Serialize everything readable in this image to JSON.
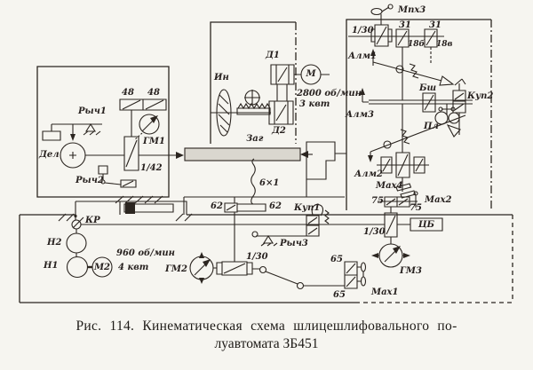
{
  "page": {
    "paper": "#f6f5f0",
    "ink": "#2b2520"
  },
  "caption": {
    "line1": "Рис. 114. Кинематическая схема шлицешлифовального по-",
    "line2": "луавтомата ЗБ451"
  },
  "labels": {
    "rych1": "Рыч1",
    "g48a": "48",
    "g48b": "48",
    "gm1": "ГМ1",
    "del": "Дел",
    "r1_42": "1/42",
    "rych2": "Рыч2",
    "in_wheel": "Ин",
    "d1": "Д1",
    "motor_m": "М",
    "rpm2800": "2800 об/мин",
    "kw3": "3 квт",
    "d2": "Д2",
    "zag": "Заг",
    "mpx3": "Мпх3",
    "r1_30_top": "1/30",
    "g31a": "31",
    "g31b": "31",
    "g18b": "18б",
    "g18v": "18в",
    "alm1": "Алм1",
    "bsh": "Бш",
    "kup2": "Куп2",
    "alm3": "Алм3",
    "pl": "Пл",
    "alm2": "Алм2",
    "max4": "Мах4",
    "g75a": "75",
    "g75b": "75",
    "max2": "Мах2",
    "r1_30_right": "1/30",
    "cb": "ЦБ",
    "gm3": "ГМ3",
    "kr": "КР",
    "n2": "Н2",
    "n1": "Н1",
    "m2": "М2",
    "rpm960": "960 об/мин",
    "kw4": "4 квт",
    "gm2": "ГМ2",
    "r1_30_bottom": "1/30",
    "g62a": "62",
    "g62b": "62",
    "kup1": "Куп1",
    "rych3": "Рыч3",
    "screw6x1": "6×1",
    "g65a": "65",
    "g65b": "65",
    "max1": "Мах1"
  }
}
